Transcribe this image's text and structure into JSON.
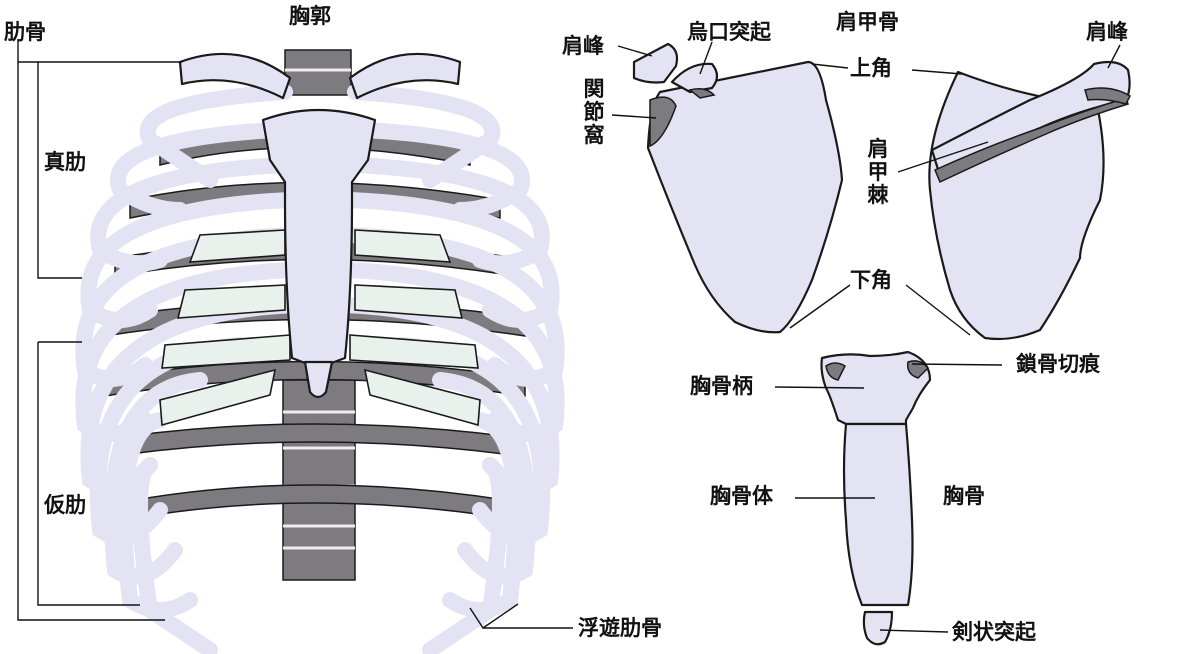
{
  "labels": {
    "rib": "肋骨",
    "thorax": "胸郭",
    "true_rib": "真肋",
    "false_rib": "仮肋",
    "floating_rib": "浮遊肋骨",
    "acromion_left": "肩峰",
    "coracoid": "烏口突起",
    "scapula": "肩甲骨",
    "acromion_right": "肩峰",
    "glenoid": "関節窩",
    "superior_angle": "上角",
    "spine_of_scapula": "肩甲棘",
    "inferior_angle": "下角",
    "clavicular_notch": "鎖骨切痕",
    "manubrium": "胸骨柄",
    "sternum_body": "胸骨体",
    "sternum": "胸骨",
    "xiphoid": "剣状突起"
  },
  "colors": {
    "bone": "#e4e3f3",
    "shadow": "#7d7b80",
    "cartilage": "#e9f1ec",
    "outline": "#1a1a1a"
  }
}
